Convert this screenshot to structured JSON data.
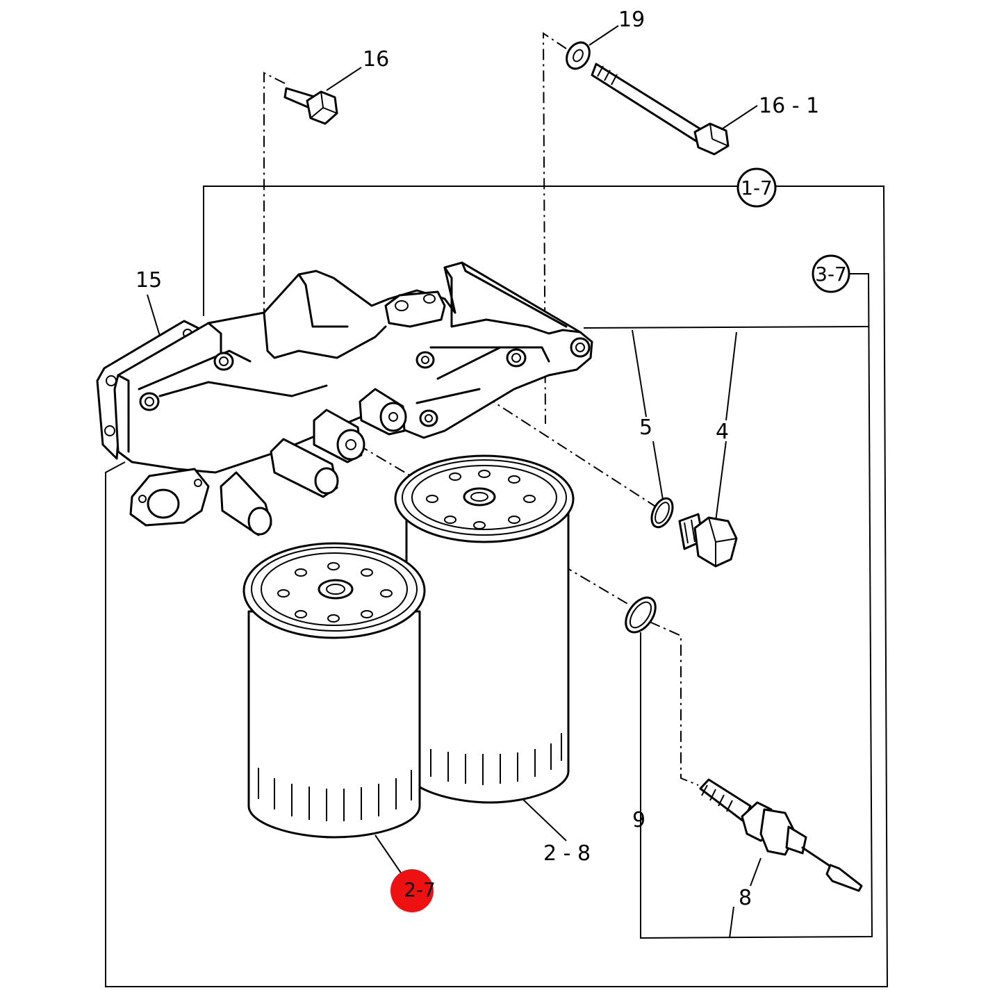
{
  "labels": {
    "p16": "16",
    "p19": "19",
    "p16_1": "16 - 1",
    "p1_7": "1-7",
    "p3_7": "3-7",
    "p15": "15",
    "p5": "5",
    "p4": "4",
    "p9": "9",
    "p8": "8",
    "p2_8": "2 - 8",
    "p2_7": "2-7"
  },
  "colors": {
    "line": "#000000",
    "background": "#ffffff",
    "highlight": "#ee1111"
  }
}
